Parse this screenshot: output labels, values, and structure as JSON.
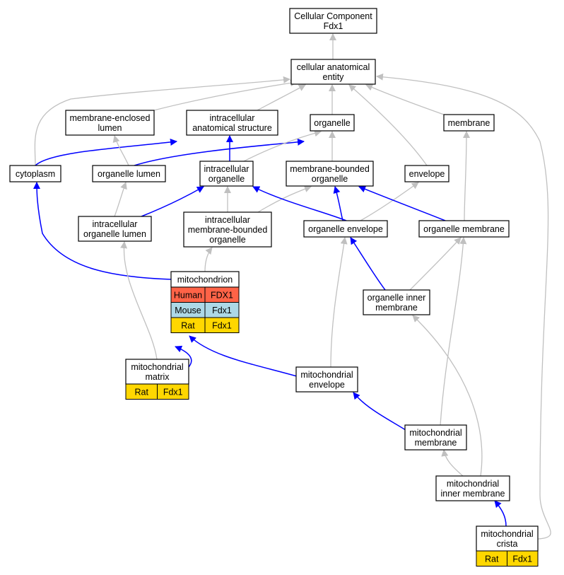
{
  "colors": {
    "is_a_edge": "#c0c0c0",
    "part_of_edge": "#0000ff",
    "human": "#ff6347",
    "mouse": "#add8e6",
    "rat": "#ffd700"
  },
  "nodes": [
    {
      "id": "cc",
      "lines": [
        "Cellular Component",
        "Fdx1"
      ]
    },
    {
      "id": "cae",
      "lines": [
        "cellular anatomical",
        "entity"
      ]
    },
    {
      "id": "mel",
      "lines": [
        "membrane-enclosed",
        "lumen"
      ]
    },
    {
      "id": "ias",
      "lines": [
        "intracellular",
        "anatomical structure"
      ]
    },
    {
      "id": "org",
      "lines": [
        "organelle"
      ]
    },
    {
      "id": "mem",
      "lines": [
        "membrane"
      ]
    },
    {
      "id": "cyt",
      "lines": [
        "cytoplasm"
      ]
    },
    {
      "id": "orl",
      "lines": [
        "organelle lumen"
      ]
    },
    {
      "id": "io",
      "lines": [
        "intracellular",
        "organelle"
      ]
    },
    {
      "id": "mbo",
      "lines": [
        "membrane-bounded",
        "organelle"
      ]
    },
    {
      "id": "env",
      "lines": [
        "envelope"
      ]
    },
    {
      "id": "iol",
      "lines": [
        "intracellular",
        "organelle lumen"
      ]
    },
    {
      "id": "imbo",
      "lines": [
        "intracellular",
        "membrane-bounded",
        "organelle"
      ]
    },
    {
      "id": "oe",
      "lines": [
        "organelle envelope"
      ]
    },
    {
      "id": "om",
      "lines": [
        "organelle membrane"
      ]
    },
    {
      "id": "mito",
      "lines": [
        "mitochondrion"
      ],
      "species": [
        [
          "Human",
          "FDX1"
        ],
        [
          "Mouse",
          "Fdx1"
        ],
        [
          "Rat",
          "Fdx1"
        ]
      ]
    },
    {
      "id": "oim",
      "lines": [
        "organelle inner",
        "membrane"
      ]
    },
    {
      "id": "mm",
      "lines": [
        "mitochondrial",
        "matrix"
      ],
      "species": [
        [
          "Rat",
          "Fdx1"
        ]
      ]
    },
    {
      "id": "me",
      "lines": [
        "mitochondrial",
        "envelope"
      ]
    },
    {
      "id": "mmem",
      "lines": [
        "mitochondrial",
        "membrane"
      ]
    },
    {
      "id": "mim",
      "lines": [
        "mitochondrial",
        "inner membrane"
      ]
    },
    {
      "id": "mc",
      "lines": [
        "mitochondrial",
        "crista"
      ],
      "species": [
        [
          "Rat",
          "Fdx1"
        ]
      ]
    }
  ],
  "edges": [
    {
      "from": "cae",
      "to": "cc",
      "type": "is_a"
    },
    {
      "from": "mel",
      "to": "cae",
      "type": "is_a"
    },
    {
      "from": "ias",
      "to": "cae",
      "type": "is_a"
    },
    {
      "from": "org",
      "to": "cae",
      "type": "is_a"
    },
    {
      "from": "mem",
      "to": "cae",
      "type": "is_a"
    },
    {
      "from": "cyt",
      "to": "cae",
      "type": "is_a"
    },
    {
      "from": "env",
      "to": "cae",
      "type": "is_a"
    },
    {
      "from": "mc",
      "to": "cae",
      "type": "is_a"
    },
    {
      "from": "cyt",
      "to": "ias",
      "type": "part_of"
    },
    {
      "from": "orl",
      "to": "mel",
      "type": "is_a"
    },
    {
      "from": "orl",
      "to": "org",
      "type": "part_of"
    },
    {
      "from": "io",
      "to": "ias",
      "type": "part_of"
    },
    {
      "from": "io",
      "to": "org",
      "type": "is_a"
    },
    {
      "from": "mbo",
      "to": "org",
      "type": "is_a"
    },
    {
      "from": "iol",
      "to": "orl",
      "type": "is_a"
    },
    {
      "from": "iol",
      "to": "io",
      "type": "part_of"
    },
    {
      "from": "imbo",
      "to": "io",
      "type": "is_a"
    },
    {
      "from": "imbo",
      "to": "mbo",
      "type": "is_a"
    },
    {
      "from": "oe",
      "to": "io",
      "type": "part_of"
    },
    {
      "from": "oe",
      "to": "mbo",
      "type": "part_of"
    },
    {
      "from": "oe",
      "to": "env",
      "type": "is_a"
    },
    {
      "from": "om",
      "to": "mem",
      "type": "is_a"
    },
    {
      "from": "om",
      "to": "mbo",
      "type": "part_of"
    },
    {
      "from": "mito",
      "to": "imbo",
      "type": "is_a"
    },
    {
      "from": "mito",
      "to": "cyt",
      "type": "part_of"
    },
    {
      "from": "oim",
      "to": "om",
      "type": "is_a"
    },
    {
      "from": "oim",
      "to": "oe",
      "type": "part_of"
    },
    {
      "from": "mm",
      "to": "iol",
      "type": "is_a"
    },
    {
      "from": "mm",
      "to": "mito",
      "type": "part_of"
    },
    {
      "from": "me",
      "to": "oe",
      "type": "is_a"
    },
    {
      "from": "me",
      "to": "mito",
      "type": "part_of"
    },
    {
      "from": "mmem",
      "to": "om",
      "type": "is_a"
    },
    {
      "from": "mmem",
      "to": "me",
      "type": "part_of"
    },
    {
      "from": "mim",
      "to": "oim",
      "type": "is_a"
    },
    {
      "from": "mim",
      "to": "mmem",
      "type": "is_a"
    },
    {
      "from": "mc",
      "to": "mim",
      "type": "part_of"
    }
  ]
}
